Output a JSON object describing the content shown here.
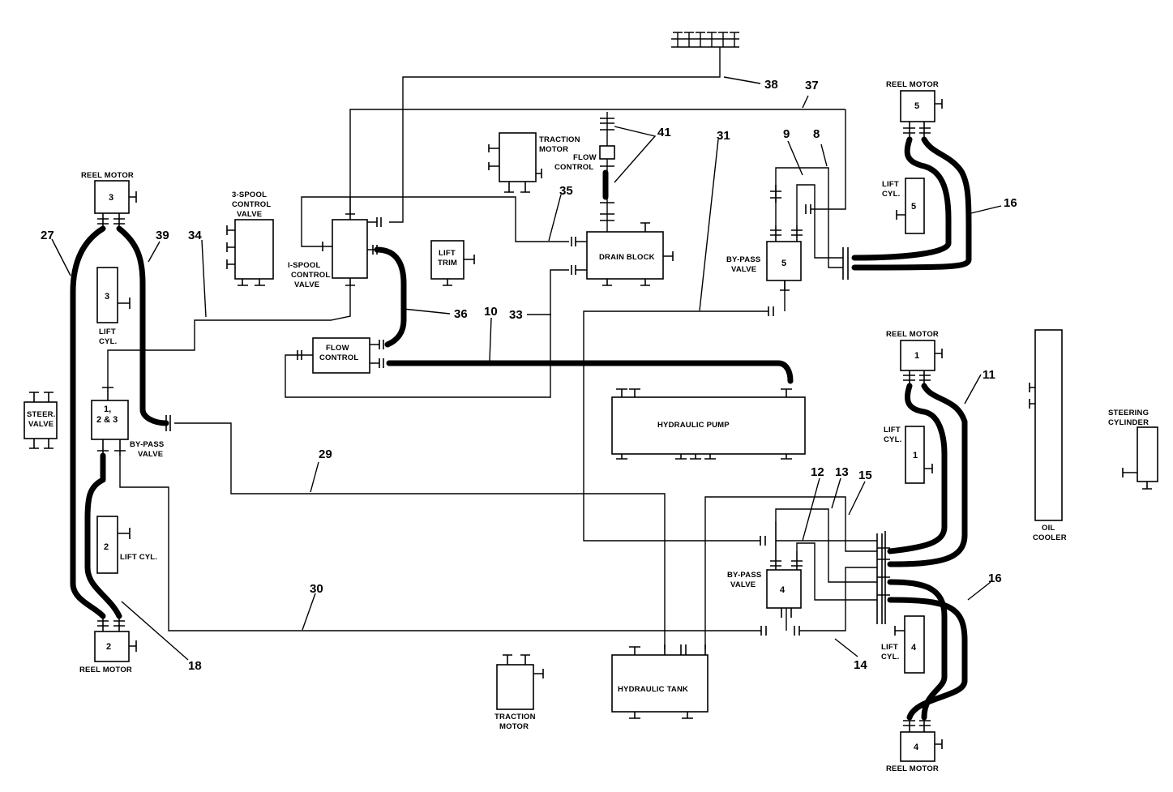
{
  "colors": {
    "ink": "#000000",
    "paper": "#ffffff"
  },
  "labels": {
    "reel_motor_3": "REEL MOTOR",
    "reel_motor_3_num": "3",
    "lift_cyl_3_num": "3",
    "lift_cyl_3_l1": "LIFT",
    "lift_cyl_3_l2": "CYL.",
    "steer_valve_l1": "STEER.",
    "steer_valve_l2": "VALVE",
    "bypass_123_num": "1,",
    "bypass_123_num2": "2 & 3",
    "bypass_123_l1": "BY-PASS",
    "bypass_123_l2": "VALVE",
    "lift_cyl_2_num": "2",
    "lift_cyl_2_label": "LIFT CYL.",
    "reel_motor_2_num": "2",
    "reel_motor_2": "REEL MOTOR",
    "spool3_l1": "3-SPOOL",
    "spool3_l2": "CONTROL",
    "spool3_l3": "VALVE",
    "spool1_l1": "I-SPOOL",
    "spool1_l2": "CONTROL",
    "spool1_l3": "VALVE",
    "flow_control_l1": "FLOW",
    "flow_control_l2": "CONTROL",
    "lift_trim_l1": "LIFT",
    "lift_trim_l2": "TRIM",
    "traction_motor_top_l1": "TRACTION",
    "traction_motor_top_l2": "MOTOR",
    "flow_control_small_l1": "FLOW",
    "flow_control_small_l2": "CONTROL",
    "drain_block": "DRAIN BLOCK",
    "bypass_5_l1": "BY-PASS",
    "bypass_5_l2": "VALVE",
    "bypass_5_num": "5",
    "reel_motor_5": "REEL MOTOR",
    "reel_motor_5_num": "5",
    "lift_cyl_5_l1": "LIFT",
    "lift_cyl_5_l2": "CYL.",
    "lift_cyl_5_num": "5",
    "hydraulic_pump": "HYDRAULIC PUMP",
    "reel_motor_1": "REEL MOTOR",
    "reel_motor_1_num": "1",
    "lift_cyl_1_l1": "LIFT",
    "lift_cyl_1_l2": "CYL.",
    "lift_cyl_1_num": "1",
    "oil_cooler_l1": "OIL",
    "oil_cooler_l2": "COOLER",
    "steering_cyl_l1": "STEERING",
    "steering_cyl_l2": "CYLINDER",
    "bypass_4_l1": "BY-PASS",
    "bypass_4_l2": "VALVE",
    "bypass_4_num": "4",
    "lift_cyl_4_l1": "LIFT",
    "lift_cyl_4_l2": "CYL.",
    "lift_cyl_4_num": "4",
    "reel_motor_4_num": "4",
    "reel_motor_4": "REEL MOTOR",
    "hydraulic_tank": "HYDRAULIC TANK",
    "traction_motor_bottom_l1": "TRACTION",
    "traction_motor_bottom_l2": "MOTOR"
  },
  "callouts": {
    "c38": "38",
    "c37": "37",
    "c41": "41",
    "c31": "31",
    "c9": "9",
    "c8": "8",
    "c16a": "16",
    "c27": "27",
    "c39": "39",
    "c34": "34",
    "c35": "35",
    "c36": "36",
    "c10": "10",
    "c33": "33",
    "c11": "11",
    "c29": "29",
    "c12": "12",
    "c13": "13",
    "c15": "15",
    "c16b": "16",
    "c30": "30",
    "c14": "14",
    "c18": "18"
  }
}
